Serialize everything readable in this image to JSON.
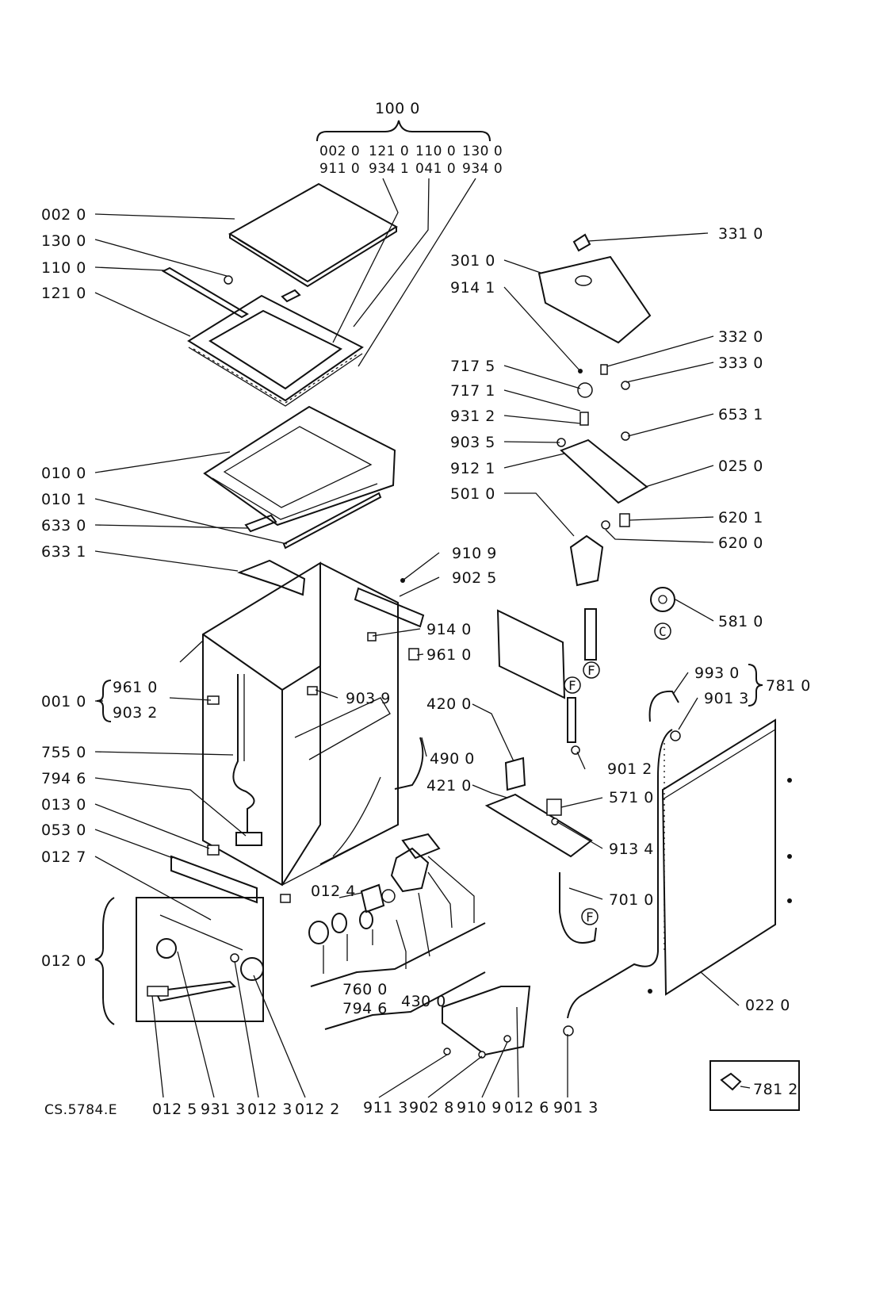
{
  "assembly": {
    "label": "100 0",
    "row1": [
      "002 0",
      "121 0",
      "110 0",
      "130 0"
    ],
    "row2": [
      "911 0",
      "934 1",
      "041 0",
      "934 0"
    ]
  },
  "callouts": [
    {
      "id": "002-0",
      "text": "002 0"
    },
    {
      "id": "130-0",
      "text": "130 0"
    },
    {
      "id": "110-0",
      "text": "110 0"
    },
    {
      "id": "121-0",
      "text": "121 0"
    },
    {
      "id": "010-0",
      "text": "010 0"
    },
    {
      "id": "010-1",
      "text": "010 1"
    },
    {
      "id": "633-0",
      "text": "633 0"
    },
    {
      "id": "633-1",
      "text": "633 1"
    },
    {
      "id": "001-0",
      "text": "001 0"
    },
    {
      "id": "961-0-a",
      "text": "961 0"
    },
    {
      "id": "903-2",
      "text": "903 2"
    },
    {
      "id": "755-0",
      "text": "755 0"
    },
    {
      "id": "794-6-a",
      "text": "794 6"
    },
    {
      "id": "013-0",
      "text": "013 0"
    },
    {
      "id": "053-0",
      "text": "053 0"
    },
    {
      "id": "012-7",
      "text": "012 7"
    },
    {
      "id": "012-0",
      "text": "012 0"
    },
    {
      "id": "331-0",
      "text": "331 0"
    },
    {
      "id": "301-0",
      "text": "301 0"
    },
    {
      "id": "914-1",
      "text": "914 1"
    },
    {
      "id": "332-0",
      "text": "332 0"
    },
    {
      "id": "333-0",
      "text": "333 0"
    },
    {
      "id": "717-5",
      "text": "717 5"
    },
    {
      "id": "717-1",
      "text": "717 1"
    },
    {
      "id": "931-2",
      "text": "931 2"
    },
    {
      "id": "653-1",
      "text": "653 1"
    },
    {
      "id": "903-5",
      "text": "903 5"
    },
    {
      "id": "912-1",
      "text": "912 1"
    },
    {
      "id": "025-0",
      "text": "025 0"
    },
    {
      "id": "501-0",
      "text": "501 0"
    },
    {
      "id": "620-1",
      "text": "620 1"
    },
    {
      "id": "620-0",
      "text": "620 0"
    },
    {
      "id": "910-9-a",
      "text": "910 9"
    },
    {
      "id": "902-5",
      "text": "902 5"
    },
    {
      "id": "914-0",
      "text": "914 0"
    },
    {
      "id": "961-0-b",
      "text": "961 0"
    },
    {
      "id": "581-0",
      "text": "581 0"
    },
    {
      "id": "903-9",
      "text": "903 9"
    },
    {
      "id": "993-0",
      "text": "993 0"
    },
    {
      "id": "901-3-a",
      "text": "901 3"
    },
    {
      "id": "781-0",
      "text": "781 0"
    },
    {
      "id": "420-0",
      "text": "420 0"
    },
    {
      "id": "490-0",
      "text": "490 0"
    },
    {
      "id": "901-2",
      "text": "901 2"
    },
    {
      "id": "421-0",
      "text": "421 0"
    },
    {
      "id": "571-0",
      "text": "571 0"
    },
    {
      "id": "913-4",
      "text": "913 4"
    },
    {
      "id": "012-4",
      "text": "012 4"
    },
    {
      "id": "701-0",
      "text": "701 0"
    },
    {
      "id": "760-0",
      "text": "760 0"
    },
    {
      "id": "794-6-b",
      "text": "794 6"
    },
    {
      "id": "430-0",
      "text": "430 0"
    },
    {
      "id": "022-0",
      "text": "022 0"
    },
    {
      "id": "012-5",
      "text": "012 5"
    },
    {
      "id": "931-3",
      "text": "931 3"
    },
    {
      "id": "012-3",
      "text": "012 3"
    },
    {
      "id": "012-2",
      "text": "012 2"
    },
    {
      "id": "911-3",
      "text": "911 3"
    },
    {
      "id": "902-8",
      "text": "902 8"
    },
    {
      "id": "910-9-b",
      "text": "910 9"
    },
    {
      "id": "012-6",
      "text": "012 6"
    },
    {
      "id": "901-3-b",
      "text": "901 3"
    },
    {
      "id": "781-2",
      "text": "781 2"
    }
  ],
  "inline_markers": {
    "f": "F",
    "c": "C"
  },
  "drawing_ref": "CS.5784.E"
}
